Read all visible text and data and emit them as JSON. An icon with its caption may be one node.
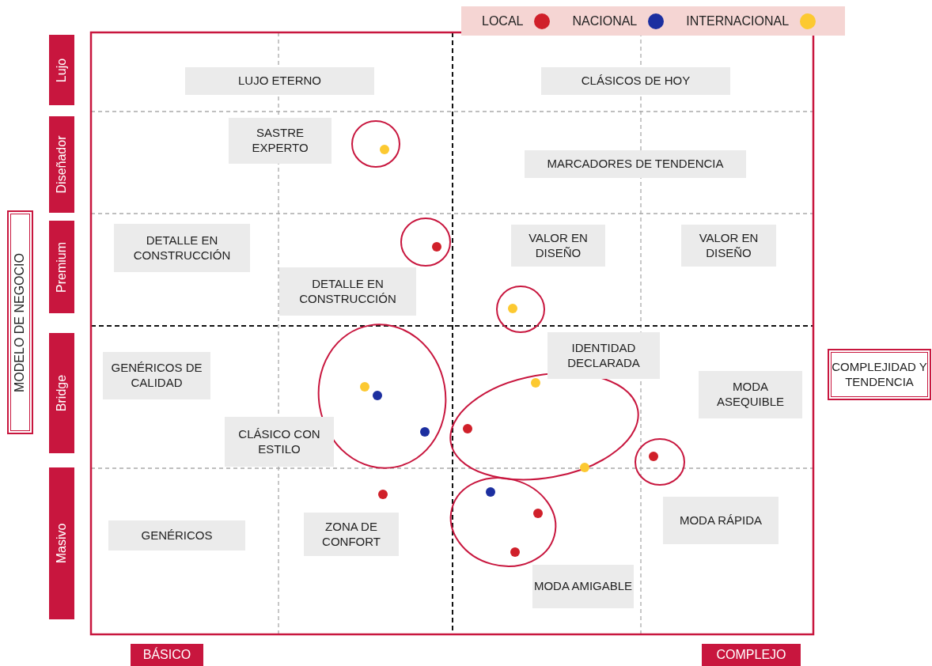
{
  "diagram": {
    "nodes": [
      {
        "text": [
          "LUJO ETERNO"
        ]
      },
      {
        "text": [
          "CLÁSICOS DE HOY"
        ]
      },
      {
        "text": [
          "SASTRE EXPERTO"
        ]
      },
      {
        "text": [
          "MARCADORES DE TENDENCIA"
        ]
      },
      {
        "text": [
          "DETALLE EN CONSTRUCCIÓN"
        ]
      },
      {
        "text": [
          "VALOR EN DISEÑO"
        ]
      },
      {
        "text": [
          "VALOR EN DISEÑO"
        ]
      },
      {
        "text": [
          "DETALLE EN CONSTRUCCIÓN"
        ]
      },
      {
        "text": [
          "GENÉRICOS DE CALIDAD"
        ]
      },
      {
        "text": [
          "IDENTIDAD DECLARADA"
        ]
      },
      {
        "text": [
          "MODA ASEQUIBLE"
        ]
      },
      {
        "text": [
          "CLÁSICO CON ESTILO"
        ]
      },
      {
        "text": [
          "GENÉRICOS"
        ]
      },
      {
        "text": [
          "ZONA DE CONFORT"
        ]
      },
      {
        "text": [
          "MODA RÁPIDA"
        ]
      },
      {
        "text": [
          "MODA AMIGABLE"
        ]
      },
      {
        "text": [
          "Lujo"
        ]
      },
      {
        "text": [
          "Diseñador"
        ]
      },
      {
        "text": [
          "Premium"
        ]
      },
      {
        "text": [
          "Bridge"
        ]
      },
      {
        "text": [
          "Masivo"
        ]
      },
      {
        "text": [
          "MODELO DE NEGOCIO"
        ]
      },
      {
        "text": [
          "COMPLEJIDAD Y TENDENCIA"
        ]
      },
      {
        "text": [
          "BÁSICO"
        ]
      },
      {
        "text": [
          "COMPLEJO"
        ]
      }
    ],
    "edges": [],
    "legend": [
      {
        "text": "LOCAL",
        "color": "#d0202a"
      },
      {
        "text": "NACIONAL",
        "color": "#1c2fa0"
      },
      {
        "text": "INTERNACIONAL",
        "color": "#fcc931"
      }
    ]
  }
}
